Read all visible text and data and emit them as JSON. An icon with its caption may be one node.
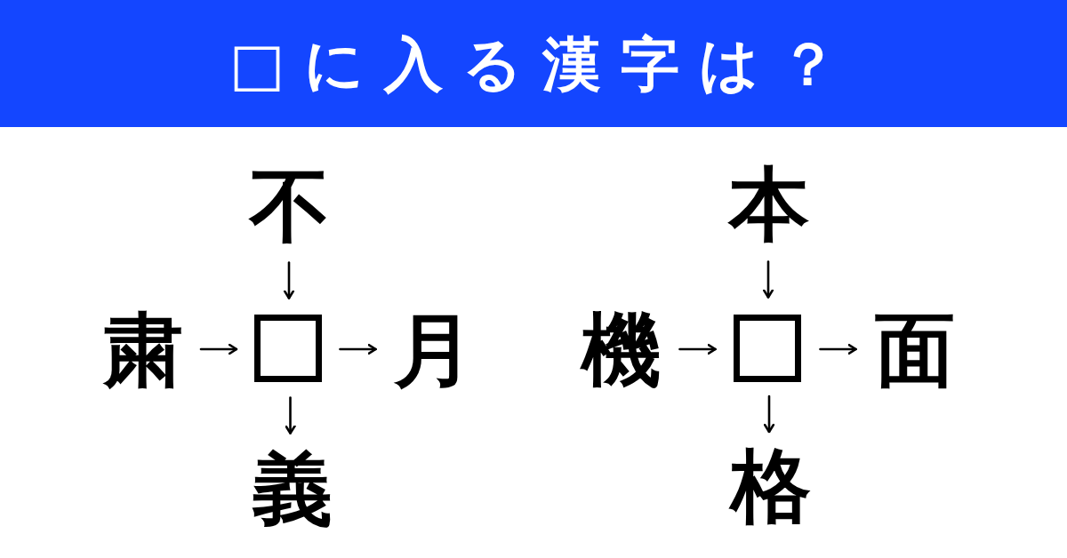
{
  "diagram": {
    "title": "□に入る漢字は？",
    "nodes": [
      {
        "text": [
          "不"
        ]
      },
      {
        "text": [
          "粛"
        ]
      },
      {
        "text": [],
        "shape": "box"
      },
      {
        "text": [
          "月"
        ]
      },
      {
        "text": [
          "義"
        ]
      },
      {
        "text": [
          "本"
        ]
      },
      {
        "text": [
          "機"
        ]
      },
      {
        "text": [],
        "shape": "box"
      },
      {
        "text": [
          "面"
        ]
      },
      {
        "text": [
          "格"
        ]
      }
    ],
    "edges": [
      {
        "from": 0,
        "to": 2,
        "arrow": "to"
      },
      {
        "from": 1,
        "to": 2,
        "arrow": "to"
      },
      {
        "from": 2,
        "to": 3,
        "arrow": "to"
      },
      {
        "from": 2,
        "to": 4,
        "arrow": "to"
      },
      {
        "from": 5,
        "to": 7,
        "arrow": "to"
      },
      {
        "from": 6,
        "to": 7,
        "arrow": "to"
      },
      {
        "from": 7,
        "to": 8,
        "arrow": "to"
      },
      {
        "from": 7,
        "to": 9,
        "arrow": "to"
      }
    ]
  }
}
